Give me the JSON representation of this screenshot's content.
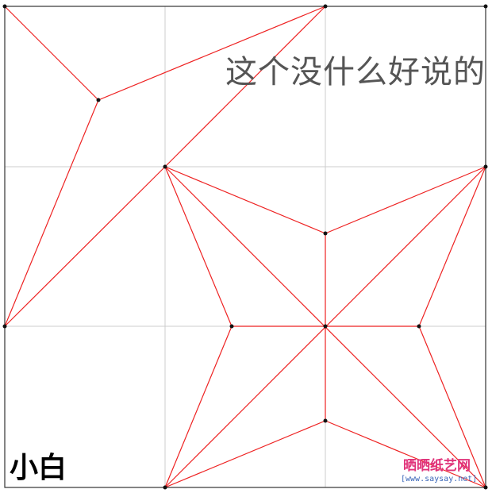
{
  "caption": "这个没什么好说的",
  "bottom_label": "小白",
  "watermark": {
    "brand": "晒晒纸艺网",
    "url": "[www.saysay.net]"
  },
  "colors": {
    "grid": "#cccccc",
    "border": "#333333",
    "fold_line": "#ee2222",
    "vertex": "#111111"
  }
}
